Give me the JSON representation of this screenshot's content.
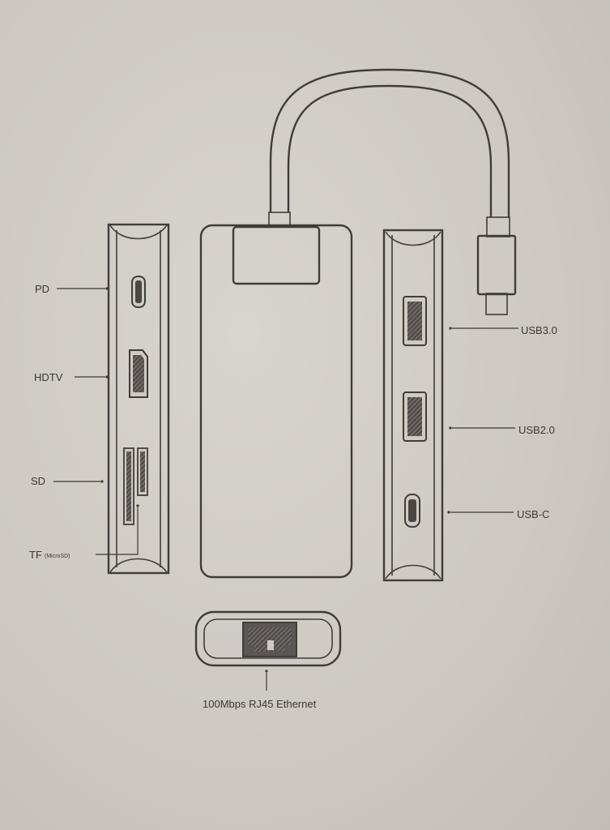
{
  "labels": {
    "pd": "PD",
    "hdtv": "HDTV",
    "sd": "SD",
    "tf_main": "TF",
    "tf_sub": "(MicroSD)",
    "usb30": "USB3.0",
    "usb20": "USB2.0",
    "usbc": "USB-C",
    "ethernet": "100Mbps RJ45  Ethernet"
  },
  "colors": {
    "background": "#cfcac4",
    "line": "#3f3d3b",
    "port_fill": "#4a4644"
  }
}
